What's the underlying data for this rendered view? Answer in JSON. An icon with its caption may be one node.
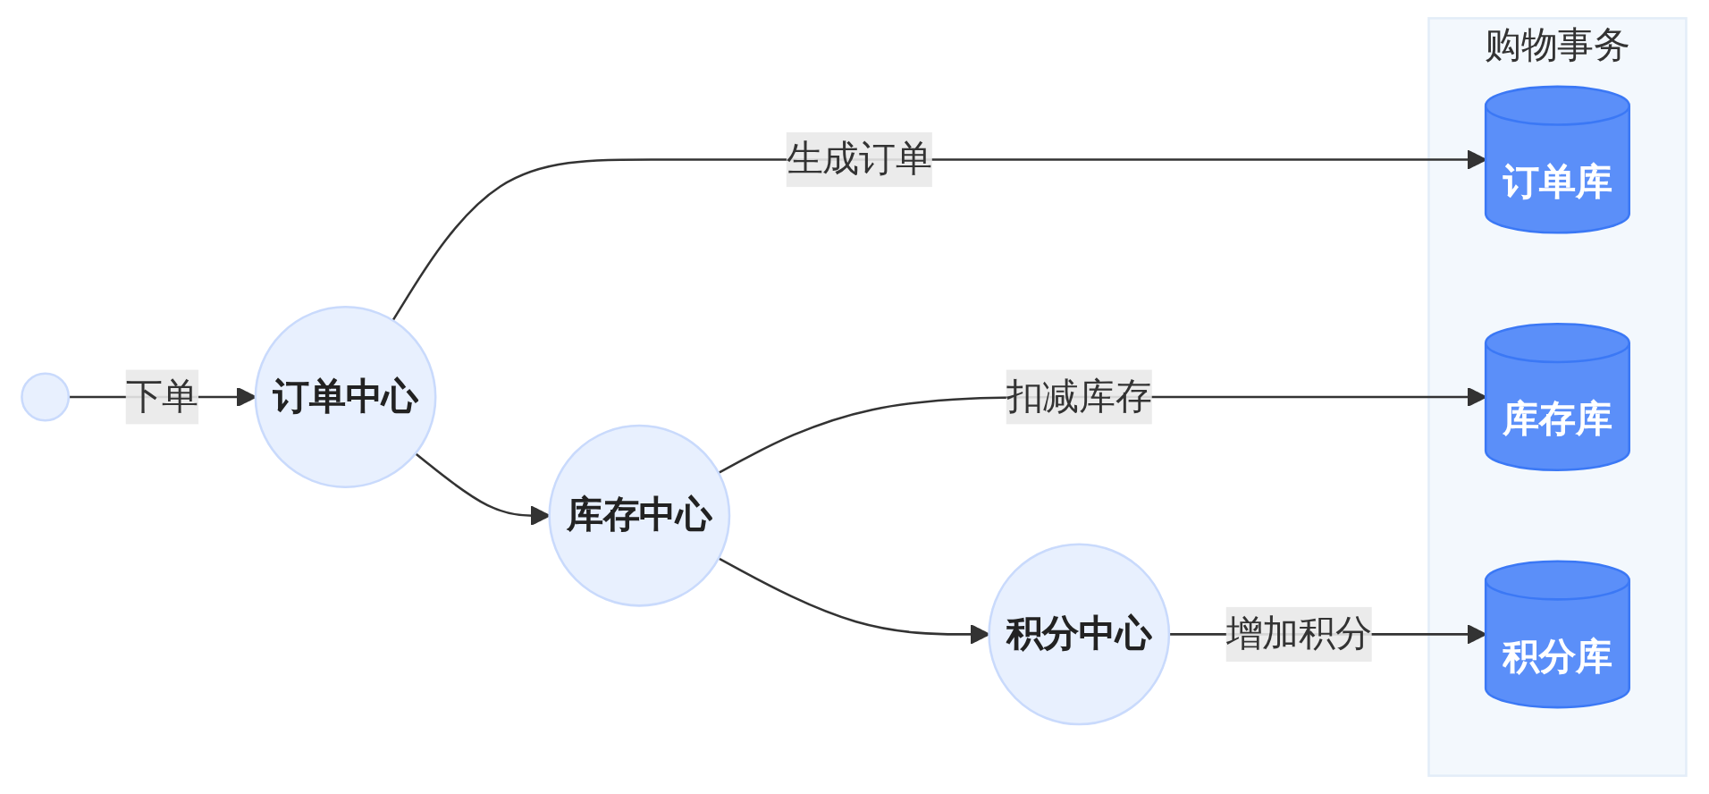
{
  "diagram": {
    "nodes": [
      {
        "text": [],
        "shape": "circle"
      },
      {
        "text": [
          "订单中心"
        ]
      },
      {
        "text": [
          "库存中心"
        ]
      },
      {
        "text": [
          "积分中心"
        ]
      },
      {
        "text": [
          "购物事务"
        ]
      },
      {
        "text": [
          "订单库"
        ],
        "in": 4
      },
      {
        "text": [
          "库存库"
        ],
        "in": 4
      },
      {
        "text": [
          "积分库"
        ],
        "in": 4
      }
    ],
    "edges": [
      {
        "from": 0,
        "to": 1,
        "arrow": "to",
        "label": "下单"
      },
      {
        "from": 1,
        "to": 2,
        "arrow": "to"
      },
      {
        "from": 2,
        "to": 3,
        "arrow": "to"
      },
      {
        "from": 1,
        "to": 5,
        "arrow": "to",
        "label": "生成订单"
      },
      {
        "from": 2,
        "to": 6,
        "arrow": "to",
        "label": "扣减库存"
      },
      {
        "from": 3,
        "to": 7,
        "arrow": "to",
        "label": "增加积分"
      }
    ]
  }
}
